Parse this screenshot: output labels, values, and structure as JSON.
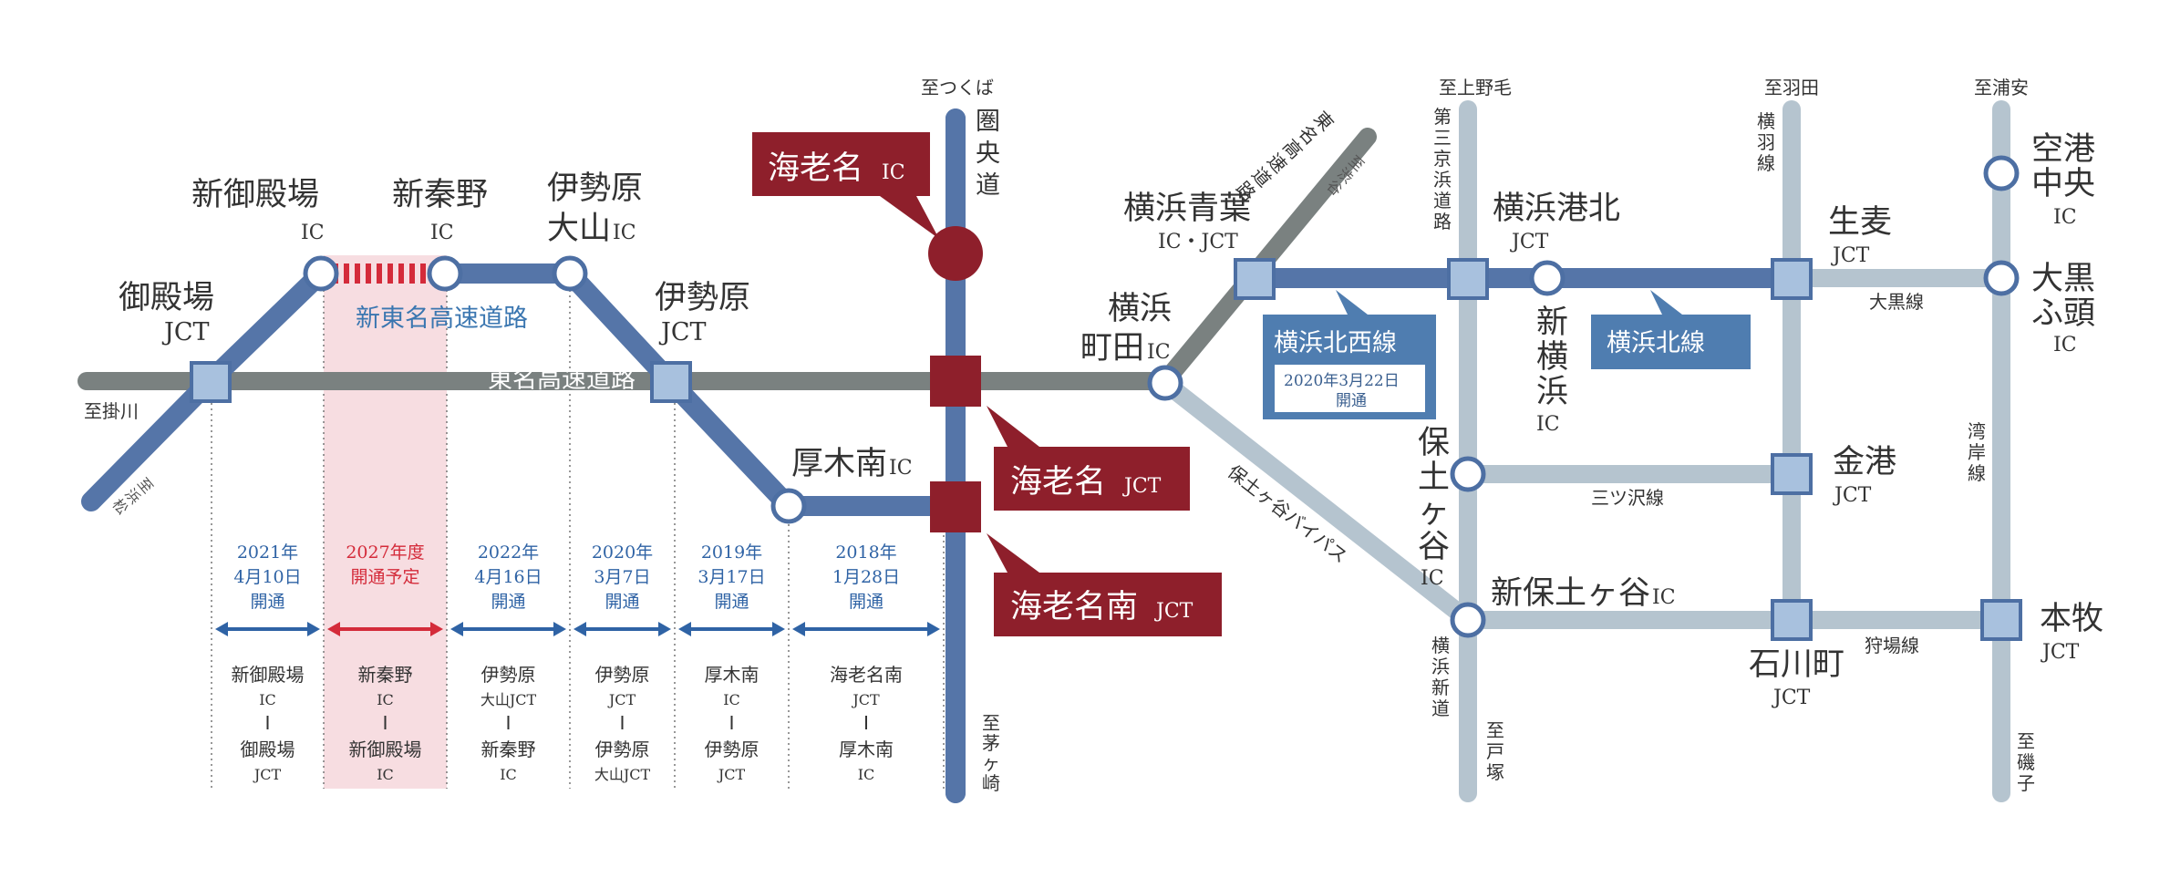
{
  "colors": {
    "tomei": "#7a8180",
    "shin_tomei": "#5575a8",
    "kenodo": "#5575a8",
    "yokohama_north": "#5575a8",
    "light_route": "#b5c4cf",
    "ebina_red": "#8e1f2b",
    "future_red": "#d42b3a",
    "future_band": "#f7dde1",
    "timeline_blue": "#2f63a5",
    "node_fill": "#a8c1de",
    "node_stroke": "#4d6fa3"
  },
  "routes": {
    "tomei": "東名高速道路",
    "shin_tomei": "新東名高速道路",
    "kenodo": [
      "圏",
      "央",
      "道"
    ],
    "yokohama_hokusei": "横浜北西線",
    "yokohama_hokusei_date": "2020年3月22日",
    "yokohama_hokusei_open": "開通",
    "yokohama_hokusen": "横浜北線",
    "hodogaya_bypass": "保土ヶ谷バイパス",
    "daikoku": "大黒線",
    "mitsuzawa": "三ツ沢線",
    "kariba": "狩場線",
    "daisan_keihin": [
      "第",
      "三",
      "京",
      "浜",
      "道",
      "路"
    ],
    "yokohane": [
      "横",
      "羽",
      "線"
    ],
    "wangan": [
      "湾",
      "岸",
      "線"
    ],
    "yokohama_shindo": [
      "横",
      "浜",
      "新",
      "道"
    ],
    "tomei_upper": [
      "東",
      "名",
      "高",
      "速",
      "道",
      "路"
    ]
  },
  "directions": {
    "kakegawa": "至掛川",
    "tsukuba": "至つくば",
    "chigasaki": [
      "至",
      "茅",
      "ヶ",
      "崎"
    ],
    "gotemba_sw": [
      "至",
      "浜",
      "松"
    ],
    "shibuya": [
      "至",
      "渋",
      "谷"
    ],
    "kaminoge": "至上野毛",
    "haneda": "至羽田",
    "urayasu": "至浦安",
    "totsuka": [
      "至",
      "戸",
      "塚"
    ],
    "isogo": [
      "至",
      "磯",
      "子"
    ]
  },
  "nodes": {
    "gotemba_jct": [
      "御殿場",
      "JCT"
    ],
    "shin_gotemba_ic": [
      "新御殿場",
      "IC"
    ],
    "shin_hadano_ic": [
      "新秦野",
      "IC"
    ],
    "isehara_oyama_ic": [
      "伊勢原",
      "大山",
      "IC"
    ],
    "isehara_jct": [
      "伊勢原",
      "JCT"
    ],
    "atsugi_minami_ic": [
      "厚木南",
      "IC"
    ],
    "yokohama_machida_ic": [
      "横浜",
      "町田",
      "IC"
    ],
    "yokohama_aoba": [
      "横浜青葉",
      "IC・JCT"
    ],
    "yokohama_kohoku": [
      "横浜港北",
      "JCT"
    ],
    "shin_yokohama": [
      "新",
      "横",
      "浜",
      "IC"
    ],
    "namamugi": [
      "生麦",
      "JCT"
    ],
    "kuko_chuo": [
      "空港",
      "中央",
      "IC"
    ],
    "daikoku_futo": [
      "大黒",
      "ふ頭",
      "IC"
    ],
    "hodogaya_ic": [
      "保",
      "土",
      "ヶ",
      "谷",
      "IC"
    ],
    "kanko": [
      "金港",
      "JCT"
    ],
    "shin_hodogaya": [
      "新保土ヶ谷",
      "IC"
    ],
    "ishikawacho": [
      "石川町",
      "JCT"
    ],
    "honmoku": [
      "本牧",
      "JCT"
    ]
  },
  "ebina": {
    "ic_name": "海老名",
    "ic_suffix": "IC",
    "jct_name": "海老名",
    "jct_suffix": "JCT",
    "minami_name": "海老名南",
    "minami_suffix": "JCT"
  },
  "timeline": [
    {
      "date": [
        "2021年",
        "4月10日",
        "開通"
      ],
      "from": [
        "新御殿場",
        "IC"
      ],
      "to": [
        "御殿場",
        "JCT"
      ],
      "future": false
    },
    {
      "date": [
        "2027年度",
        "開通予定"
      ],
      "from": [
        "新秦野",
        "IC"
      ],
      "to": [
        "新御殿場",
        "IC"
      ],
      "future": true
    },
    {
      "date": [
        "2022年",
        "4月16日",
        "開通"
      ],
      "from": [
        "伊勢原",
        "大山JCT"
      ],
      "to": [
        "新秦野",
        "IC"
      ],
      "future": false
    },
    {
      "date": [
        "2020年",
        "3月7日",
        "開通"
      ],
      "from": [
        "伊勢原",
        "JCT"
      ],
      "to": [
        "伊勢原",
        "大山JCT"
      ],
      "future": false
    },
    {
      "date": [
        "2019年",
        "3月17日",
        "開通"
      ],
      "from": [
        "厚木南",
        "IC"
      ],
      "to": [
        "伊勢原",
        "JCT"
      ],
      "future": false
    },
    {
      "date": [
        "2018年",
        "1月28日",
        "開通"
      ],
      "from": [
        "海老名南",
        "JCT"
      ],
      "to": [
        "厚木南",
        "IC"
      ],
      "future": false
    }
  ]
}
